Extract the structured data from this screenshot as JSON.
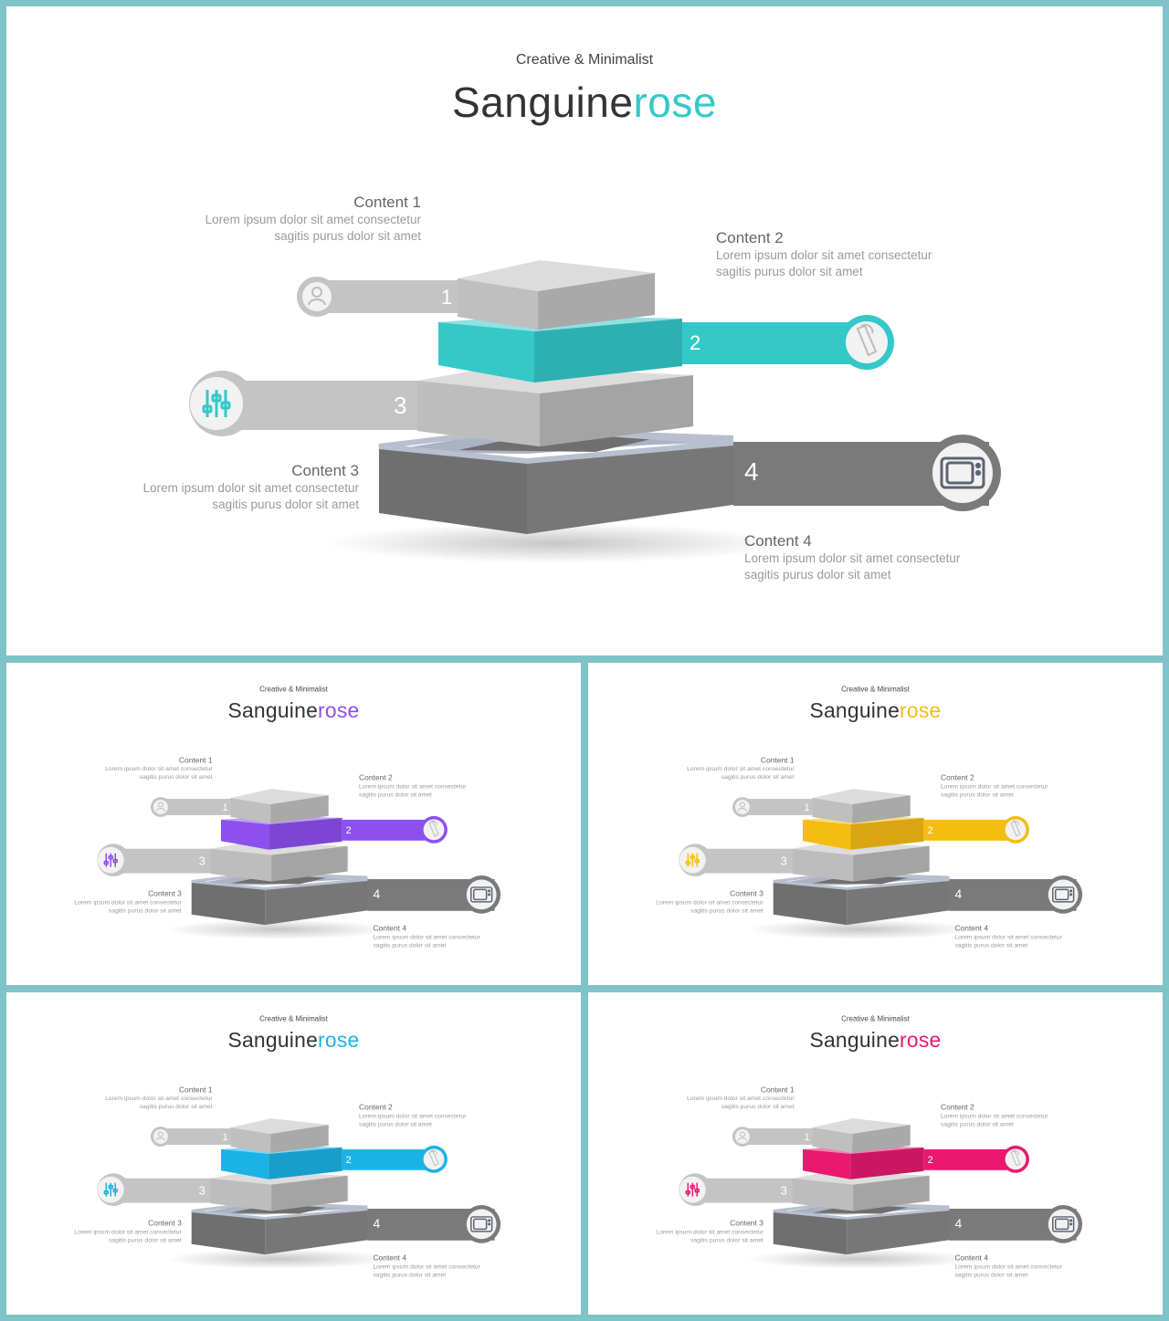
{
  "subtitle": "Creative & Minimalist",
  "title_main": "Sanguine",
  "title_accent": "rose",
  "contents": [
    {
      "title": "Content 1",
      "line1": "Lorem ipsum dolor sit amet consectetur",
      "line2": "sagitis purus dolor sit amet"
    },
    {
      "title": "Content 2",
      "line1": "Lorem ipsum dolor sit amet consectetur",
      "line2": "sagitis purus dolor sit amet"
    },
    {
      "title": "Content 3",
      "line1": "Lorem ipsum dolor sit amet consectetur",
      "line2": "sagitis purus dolor sit amet"
    },
    {
      "title": "Content 4",
      "line1": "Lorem ipsum dolor sit amet consectetur",
      "line2": "sagitis purus dolor sit amet"
    }
  ],
  "numbers": [
    "1",
    "2",
    "3",
    "4"
  ],
  "icons": [
    "user-icon",
    "bell-icon",
    "sliders-icon",
    "tv-icon"
  ],
  "variants": [
    {
      "accent": "#35c8c8"
    },
    {
      "accent": "#8d4ff0"
    },
    {
      "accent": "#f5bd12"
    },
    {
      "accent": "#1bb3e6"
    },
    {
      "accent": "#e8196f"
    }
  ],
  "colors": {
    "border": "#7fc3c8",
    "grey_light": "#c4c4c4",
    "grey_mid": "#a9a9a9",
    "grey_dark": "#6f6f6f"
  }
}
